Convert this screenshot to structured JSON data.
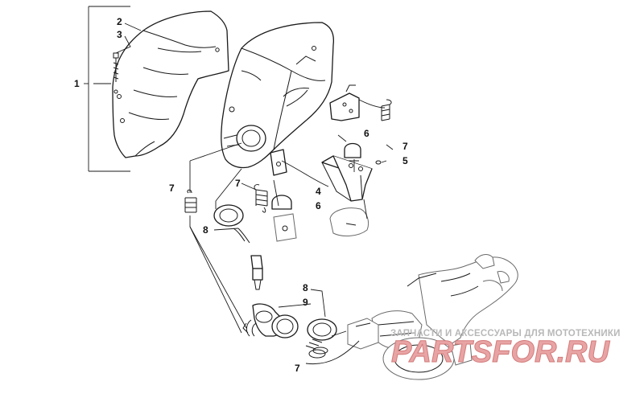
{
  "callouts": {
    "c1": "1",
    "c2": "2",
    "c3": "3",
    "c4": "4",
    "c5": "5",
    "c6a": "6",
    "c6b": "6",
    "c7a": "7",
    "c7b": "7",
    "c7c": "7",
    "c7d": "7",
    "c8a": "8",
    "c8b": "8",
    "c9": "9"
  },
  "watermark": {
    "subtitle": "ЗАПЧАСТИ И АКСЕССУАРЫ ДЛЯ МОТОТЕХНИКИ",
    "logo": "PARTSFOR.RU"
  },
  "colors": {
    "line": "#1a1a1a",
    "watermark_text": "#b8b8b8",
    "watermark_logo": "#e8a4a4"
  }
}
